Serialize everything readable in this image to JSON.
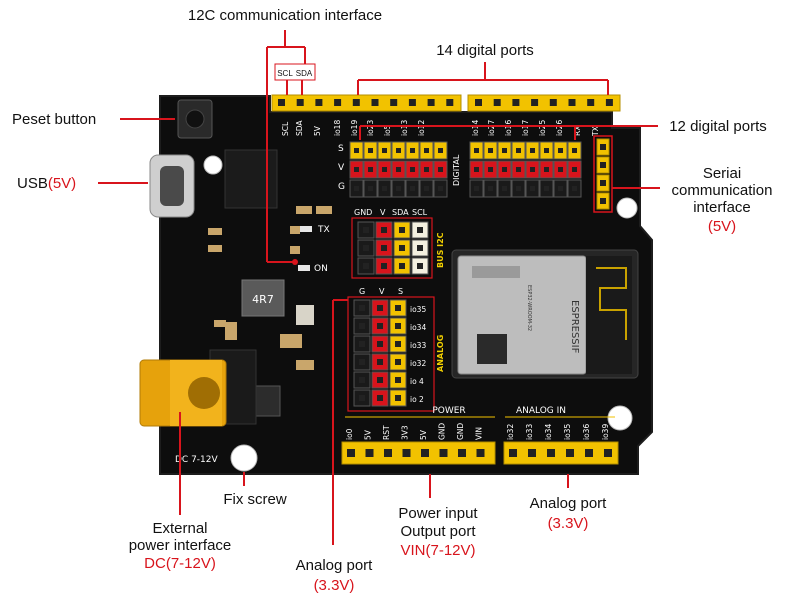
{
  "labels": {
    "i2c_title": "12C communication interface",
    "scl": "SCL",
    "sda": "SDA",
    "digital14": "14 digital ports",
    "digital12": "12 digital ports",
    "reset": "Peset button",
    "usb": "USB",
    "usb_volt": "(5V)",
    "serial_l1": "Seriai",
    "serial_l2": "communication",
    "serial_l3": "interface",
    "serial_volt": "(5V)",
    "fix_screw": "Fix screw",
    "ext_l1": "External",
    "ext_l2": "power interface",
    "ext_volt": "DC(7-12V)",
    "analog_left": "Analog port",
    "analog_left_volt": "(3.3V)",
    "power_l1": "Power input",
    "power_l2": "Output port",
    "power_volt": "VIN(7-12V)",
    "analog_right": "Analog port",
    "analog_right_volt": "(3.3V)"
  },
  "board": {
    "top_pins": [
      "SCL",
      "SDA",
      "5V",
      "io18",
      "io19",
      "io23",
      "io5",
      "io13",
      "io12",
      "io14",
      "io27",
      "io16",
      "io17",
      "io25",
      "io26",
      "RX",
      "TX"
    ],
    "sv_labels": [
      "S",
      "V",
      "G"
    ],
    "bus_header": [
      "GND",
      "V",
      "SDA",
      "SCL"
    ],
    "bus_name": "BUS I2C",
    "analog_gvs": [
      "G",
      "V",
      "S"
    ],
    "analog_pins": [
      "io35",
      "io34",
      "io33",
      "io32",
      "io 4",
      "io 2"
    ],
    "analog_name": "ANALOG",
    "power_title": "POWER",
    "analog_in_title": "ANALOG IN",
    "power_pins": [
      "io0",
      "5V",
      "RST",
      "3V3",
      "5V",
      "GND",
      "GND",
      "VIN"
    ],
    "analog_in_pins": [
      "io32",
      "io33",
      "io34",
      "io35",
      "io36",
      "io39"
    ],
    "dc_label": "DC 7-12V",
    "tx": "TX",
    "on": "ON",
    "inductor": "4R7",
    "module_brand": "ESPRESSIF",
    "module_model": "ESP32-WROOM-32",
    "digital_name": "DIGITAL"
  }
}
